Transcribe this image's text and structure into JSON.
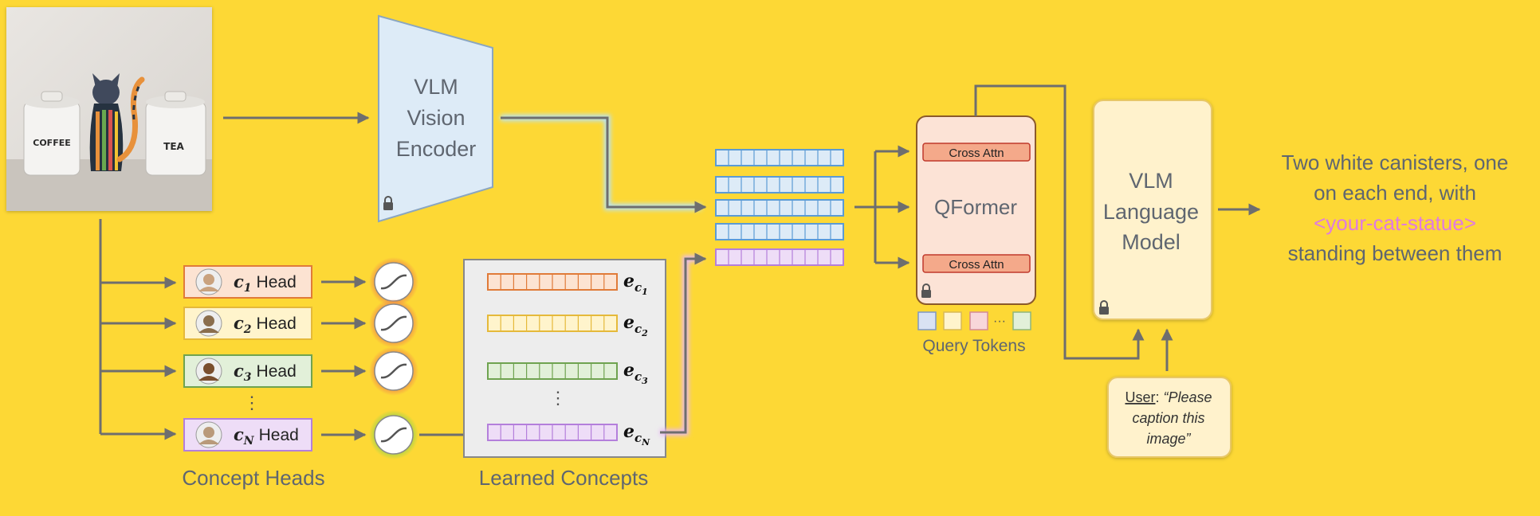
{
  "vision_encoder": {
    "line1": "VLM",
    "line2": "Vision",
    "line3": "Encoder"
  },
  "concept_heads": {
    "items": [
      {
        "var": "c",
        "sub": "1",
        "label": "Head",
        "fill": "#FCE3D2",
        "stroke": "#E07B39"
      },
      {
        "var": "c",
        "sub": "2",
        "label": "Head",
        "fill": "#FFF4CC",
        "stroke": "#E5B93A"
      },
      {
        "var": "c",
        "sub": "3",
        "label": "Head",
        "fill": "#E2F0D9",
        "stroke": "#6FA350"
      },
      {
        "var": "c",
        "sub": "N",
        "label": "Head",
        "fill": "#EEDDF7",
        "stroke": "#B47FDB"
      }
    ],
    "caption": "Concept Heads",
    "dots": "⋮"
  },
  "learned_concepts": {
    "items": [
      {
        "var": "e",
        "sub": "c",
        "subsub": "1",
        "color": "#E07B39",
        "fill": "#FCE3D2"
      },
      {
        "var": "e",
        "sub": "c",
        "subsub": "2",
        "color": "#E5B93A",
        "fill": "#FFF4CC"
      },
      {
        "var": "e",
        "sub": "c",
        "subsub": "3",
        "color": "#6FA350",
        "fill": "#E2F0D9"
      },
      {
        "var": "e",
        "sub": "c",
        "subsub": "N",
        "color": "#B47FDB",
        "fill": "#EEDDF7"
      }
    ],
    "caption": "Learned Concepts",
    "dots": "⋮"
  },
  "qformer": {
    "title": "QFormer",
    "cross_attn_top": "Cross Attn",
    "cross_attn_bottom": "Cross Attn",
    "query_tokens_label": "Query Tokens",
    "query_token_colors": [
      "#D9E2F3",
      "#FFF4CC",
      "#F8D7DA",
      "#E2F0D9"
    ],
    "ellipsis": "···"
  },
  "language_model": {
    "line1": "VLM",
    "line2": "Language",
    "line3": "Model"
  },
  "user_prompt": {
    "user_label": "User",
    "text_line1": "“Please",
    "text_line2": "caption this",
    "text_line3": "image”"
  },
  "output_caption": {
    "line1": "Two white canisters, one",
    "line2": "on each end, with",
    "line3": "<your-cat-statue>",
    "line4": "standing between them",
    "highlight_color": "#E07BE0"
  },
  "image_labels": {
    "jar_left": "COFFEE",
    "jar_right": "TEA"
  },
  "colors": {
    "background": "#FDD835",
    "arrow": "#6E6E6E",
    "encoder_fill": "#DDEBF7",
    "qformer_fill": "#FCE3D6",
    "lm_fill": "#FFF2CC"
  }
}
